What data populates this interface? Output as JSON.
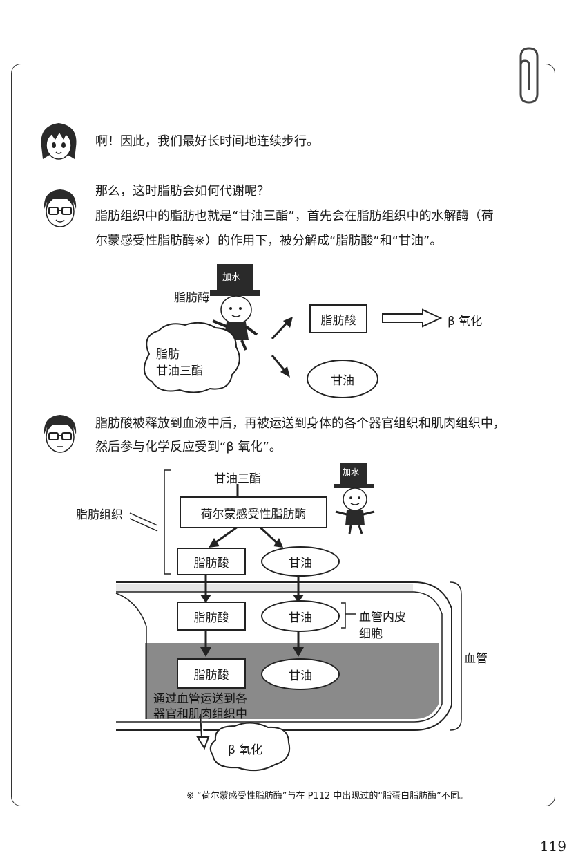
{
  "dialogues": [
    {
      "speaker": "girl",
      "text": "啊！因此，我们最好长时间地连续步行。"
    },
    {
      "speaker": "doctor",
      "line1": "那么，这时脂肪会如何代谢呢？",
      "line2": "脂肪组织中的脂肪也就是“甘油三酯”，首先会在脂肪组织中的水解酶（荷",
      "line3": "尔蒙感受性脂肪酶※）的作用下，被分解成“脂肪酸”和“甘油”。"
    },
    {
      "speaker": "doctor",
      "line1": "脂肪酸被释放到血液中后，再被运送到身体的各个器官组织和肌肉组织中，",
      "line2": "然后参与化学反应受到“β 氧化”。"
    }
  ],
  "diagram1": {
    "enzyme_label": "脂肪酶",
    "hat_text": "加水",
    "fat_label_1": "脂肪",
    "fat_label_2": "甘油三酯",
    "fatty_acid": "脂肪酸",
    "glycerol": "甘油",
    "beta_oxidation": "β 氧化"
  },
  "diagram2": {
    "triglyceride": "甘油三酯",
    "adipose_tissue": "脂肪组织",
    "enzyme": "荷尔蒙感受性脂肪酶",
    "hat_text": "加水",
    "fatty_acid": "脂肪酸",
    "glycerol": "甘油",
    "endothelial_1": "血管内皮",
    "endothelial_2": "细胞",
    "blood_vessel": "血管",
    "transport_1": "通过血管运送到各",
    "transport_2": "器官和肌肉组织中",
    "beta_oxidation": "β 氧化"
  },
  "footnote": "※ “荷尔蒙感受性脂肪酶”与在 P112 中出现过的“脂蛋白脂肪酶”不同。",
  "page_number": "119"
}
